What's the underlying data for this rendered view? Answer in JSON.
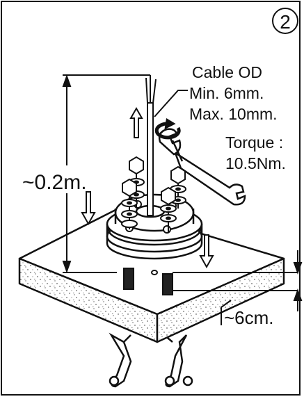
{
  "diagram": {
    "step_number": "2",
    "cable_label": "Cable OD",
    "cable_min": "Min. 6mm.",
    "cable_max": "Max. 10mm.",
    "torque_label": "Torque :",
    "torque_value": "10.5Nm.",
    "height_dimension": "~0.2m.",
    "depth_dimension": "~6cm."
  }
}
